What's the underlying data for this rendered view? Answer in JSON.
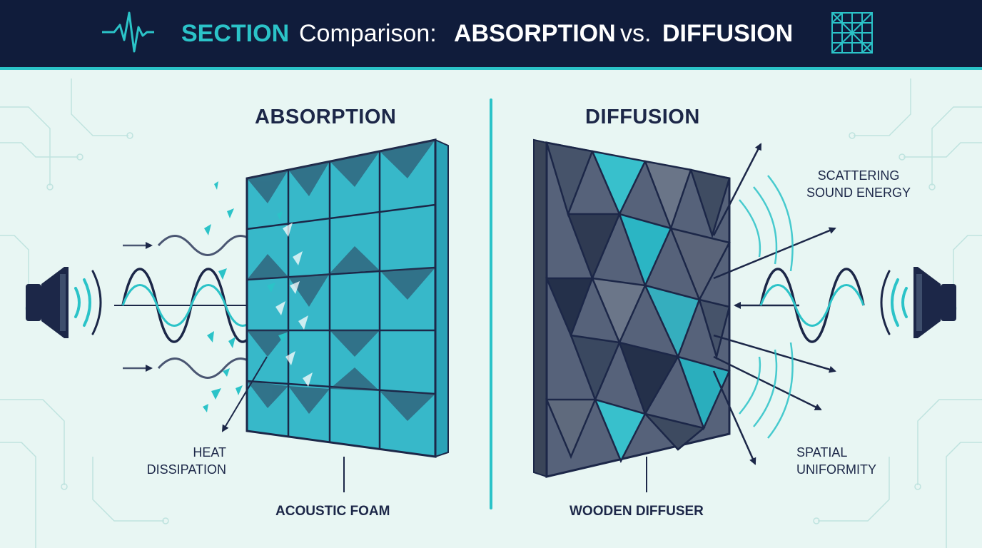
{
  "header": {
    "title_part1": "SECTION",
    "title_part2": "Comparison:",
    "title_part3": "ABSORPTION",
    "title_part4": "vs.",
    "title_part5": "DIFFUSION",
    "pulse_icon": "waveform-pulse-icon",
    "diffuser_icon": "diffuser-grid-icon"
  },
  "absorption": {
    "title": "ABSORPTION",
    "panel_label": "ACOUSTIC FOAM",
    "annotation_line1": "HEAT",
    "annotation_line2": "DISSIPATION",
    "speaker_icon": "speaker-icon"
  },
  "diffusion": {
    "title": "DIFFUSION",
    "panel_label": "WOODEN DIFFUSER",
    "annotation_top_line1": "SCATTERING",
    "annotation_top_line2": "SOUND ENERGY",
    "annotation_bottom_line1": "SPATIAL",
    "annotation_bottom_line2": "UNIFORMITY",
    "speaker_icon": "speaker-icon"
  },
  "colors": {
    "navy": "#101c3b",
    "teal": "#2bc3c8",
    "background": "#e8f6f3",
    "foam": "#35b6c8",
    "diffuser": "#4f5a6e"
  }
}
